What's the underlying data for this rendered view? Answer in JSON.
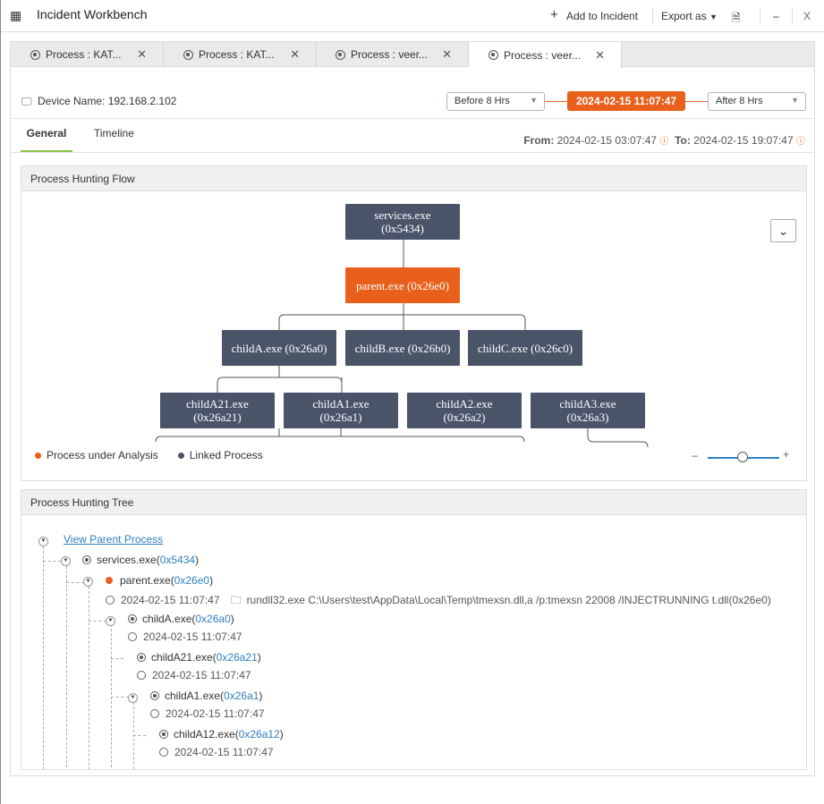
{
  "window": {
    "title": "Incident Workbench",
    "add_to_incident": "Add to Incident",
    "export_as": "Export as",
    "minimize": "–",
    "close": "X"
  },
  "tabs": [
    {
      "label": "Process : KAT..."
    },
    {
      "label": "Process : KAT..."
    },
    {
      "label": "Process : veer..."
    },
    {
      "label": "Process : veer...",
      "active": true
    }
  ],
  "device": {
    "label": "Device Name: 192.168.2.102"
  },
  "time": {
    "before": "Before 8 Hrs",
    "center": "2024-02-15 11:07:47",
    "after": "After 8 Hrs",
    "from_label": "From:",
    "from": "2024-02-15 03:07:47",
    "to_label": "To:",
    "to": "2024-02-15 19:07:47"
  },
  "subtabs": [
    {
      "label": "General",
      "active": true
    },
    {
      "label": "Timeline"
    }
  ],
  "flow": {
    "title": "Process Hunting Flow",
    "nodes": {
      "services": [
        "services.exe",
        "(0x5434)"
      ],
      "parent": "parent.exe (0x26e0)",
      "childA": "childA.exe (0x26a0)",
      "childB": "childB.exe (0x26b0)",
      "childC": "childC.exe (0x26c0)",
      "childA21": [
        "childA21.exe",
        "(0x26a21)"
      ],
      "childA1": [
        "childA1.exe",
        "(0x26a1)"
      ],
      "childA2": [
        "childA2.exe",
        "(0x26a2)"
      ],
      "childA3": [
        "childA3.exe",
        "(0x26a3)"
      ]
    },
    "legend": {
      "analysis": "Process under Analysis",
      "linked": "Linked Process"
    },
    "zoom_minus": "–",
    "zoom_plus": "+",
    "zoom_level": 0.5
  },
  "colors": {
    "accent": "#e8601c",
    "node": "#4a5469",
    "link": "#2f7fc1",
    "tab_underline": "#8bc34a"
  },
  "tree": {
    "title": "Process Hunting Tree",
    "view_parent": "View Parent Process",
    "services": {
      "name": "services.exe(",
      "hex": "0x5434",
      "end": ")"
    },
    "parent": {
      "name": "parent.exe(",
      "hex": "0x26e0",
      "end": ")",
      "time": "2024-02-15 11:07:47",
      "cmd": "rundll32.exe C:\\Users\\test\\AppData\\Local\\Temp\\tmexsn.dll,a /p:tmexsn 22008 /INJECTRUNNING t.dll(0x26e0)"
    },
    "childA": {
      "name": "childA.exe(",
      "hex": "0x26a0",
      "end": ")",
      "time": "2024-02-15 11:07:47"
    },
    "childA21": {
      "name": "childA21.exe(",
      "hex": "0x26a21",
      "end": ")",
      "time": "2024-02-15 11:07:47"
    },
    "childA1": {
      "name": "childA1.exe(",
      "hex": "0x26a1",
      "end": ")",
      "time": "2024-02-15 11:07:47"
    },
    "childA12": {
      "name": "childA12.exe(",
      "hex": "0x26a12",
      "end": ")",
      "time": "2024-02-15 11:07:47"
    }
  }
}
